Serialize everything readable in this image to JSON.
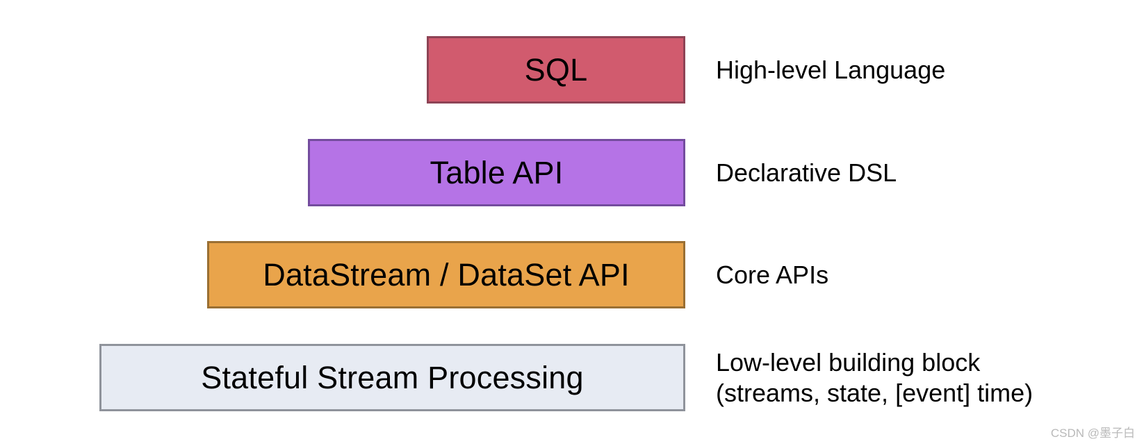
{
  "diagram": {
    "layers": [
      {
        "label": "SQL",
        "description": "High-level Language",
        "fill": "#D15B6E",
        "border": "#8E4355"
      },
      {
        "label": "Table API",
        "description": "Declarative DSL",
        "fill": "#B573E6",
        "border": "#744C9E"
      },
      {
        "label": "DataStream / DataSet API",
        "description": "Core APIs",
        "fill": "#E9A44B",
        "border": "#9A6F33"
      },
      {
        "label": "Stateful Stream Processing",
        "description": "Low-level building block\n(streams, state, [event] time)",
        "fill": "#E7EBF3",
        "border": "#8F939B"
      }
    ],
    "watermark": "CSDN @墨子白"
  }
}
